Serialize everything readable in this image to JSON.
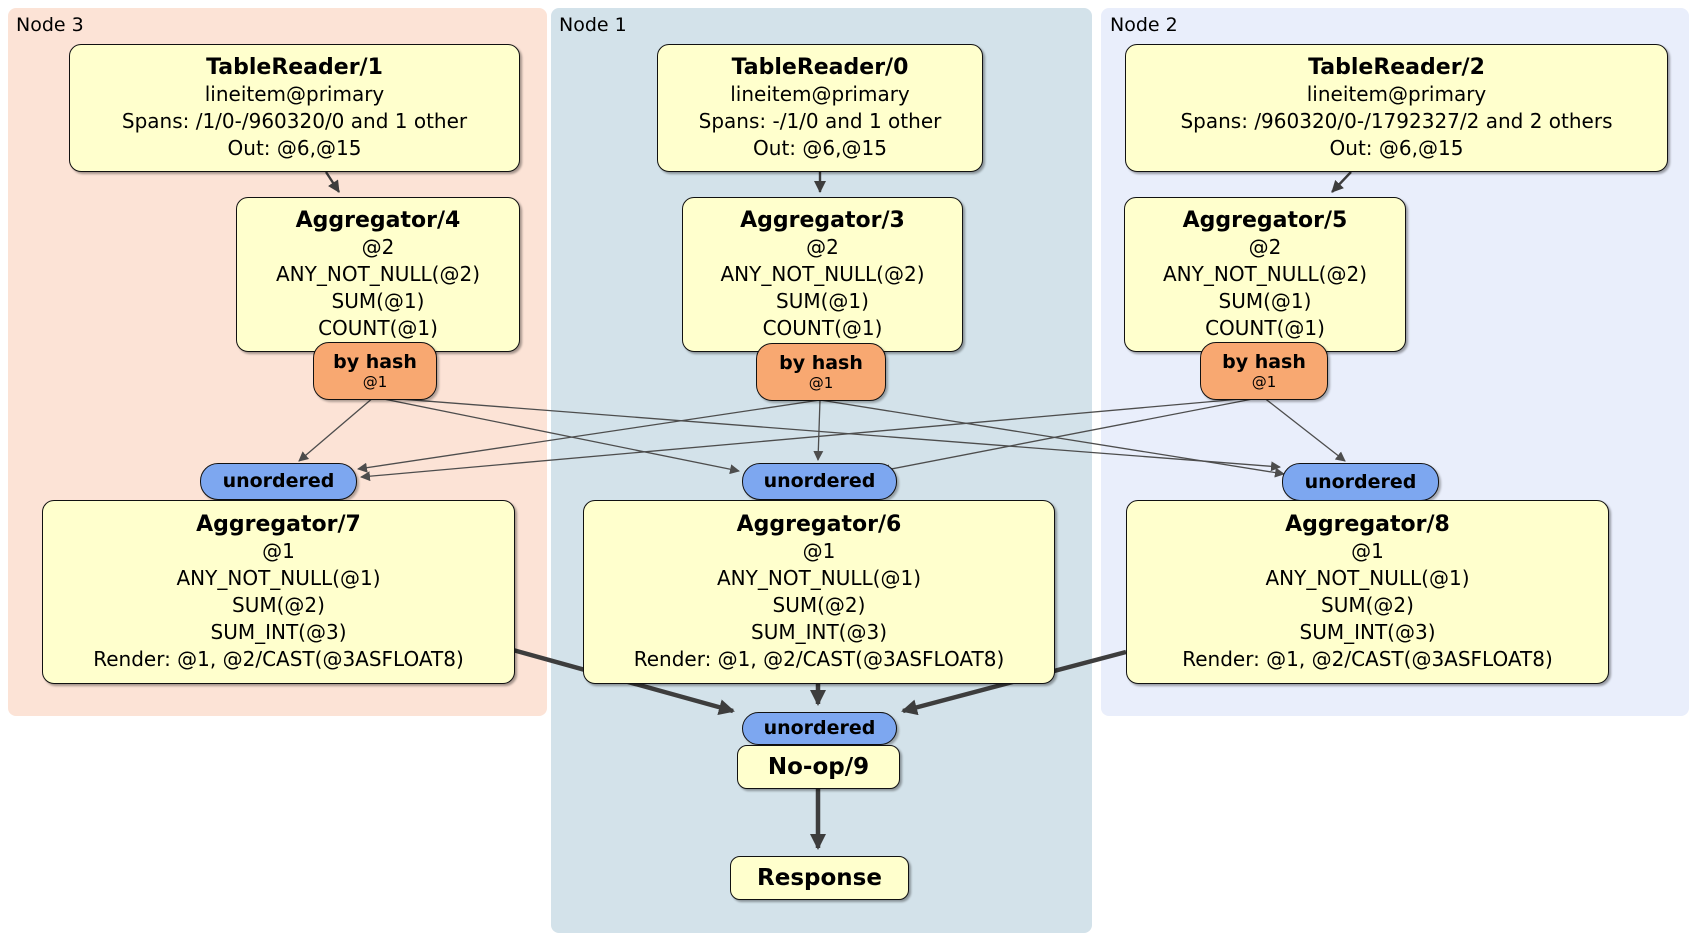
{
  "colors": {
    "region_node3": "#fce3d6",
    "region_node1": "#d3e2ea",
    "region_node2": "#e9eefb",
    "processor_fill": "#ffffcd",
    "router_fill": "#f8a871",
    "sync_fill": "#7da7f0",
    "edge": "#3d3d3d"
  },
  "node3": {
    "label": "Node 3",
    "table_reader": {
      "title": "TableReader/1",
      "lines": [
        "lineitem@primary",
        "Spans: /1/0-/960320/0 and 1 other",
        "Out: @6,@15"
      ]
    },
    "aggregator_top": {
      "title": "Aggregator/4",
      "lines": [
        "@2",
        "ANY_NOT_NULL(@2)",
        "SUM(@1)",
        "COUNT(@1)"
      ]
    },
    "router": {
      "title": "by hash",
      "subtitle": "@1"
    },
    "sync": {
      "label": "unordered"
    },
    "aggregator_bottom": {
      "title": "Aggregator/7",
      "lines": [
        "@1",
        "ANY_NOT_NULL(@1)",
        "SUM(@2)",
        "SUM_INT(@3)",
        "Render: @1, @2/CAST(@3ASFLOAT8)"
      ]
    }
  },
  "node1": {
    "label": "Node 1",
    "table_reader": {
      "title": "TableReader/0",
      "lines": [
        "lineitem@primary",
        "Spans: -/1/0 and 1 other",
        "Out: @6,@15"
      ]
    },
    "aggregator_top": {
      "title": "Aggregator/3",
      "lines": [
        "@2",
        "ANY_NOT_NULL(@2)",
        "SUM(@1)",
        "COUNT(@1)"
      ]
    },
    "router": {
      "title": "by hash",
      "subtitle": "@1"
    },
    "sync": {
      "label": "unordered"
    },
    "aggregator_bottom": {
      "title": "Aggregator/6",
      "lines": [
        "@1",
        "ANY_NOT_NULL(@1)",
        "SUM(@2)",
        "SUM_INT(@3)",
        "Render: @1, @2/CAST(@3ASFLOAT8)"
      ]
    },
    "final_sync": {
      "label": "unordered"
    },
    "noop": {
      "title": "No-op/9"
    },
    "response": {
      "title": "Response"
    }
  },
  "node2": {
    "label": "Node 2",
    "table_reader": {
      "title": "TableReader/2",
      "lines": [
        "lineitem@primary",
        "Spans: /960320/0-/1792327/2 and 2 others",
        "Out: @6,@15"
      ]
    },
    "aggregator_top": {
      "title": "Aggregator/5",
      "lines": [
        "@2",
        "ANY_NOT_NULL(@2)",
        "SUM(@1)",
        "COUNT(@1)"
      ]
    },
    "router": {
      "title": "by hash",
      "subtitle": "@1"
    },
    "sync": {
      "label": "unordered"
    },
    "aggregator_bottom": {
      "title": "Aggregator/8",
      "lines": [
        "@1",
        "ANY_NOT_NULL(@1)",
        "SUM(@2)",
        "SUM_INT(@3)",
        "Render: @1, @2/CAST(@3ASFLOAT8)"
      ]
    }
  }
}
